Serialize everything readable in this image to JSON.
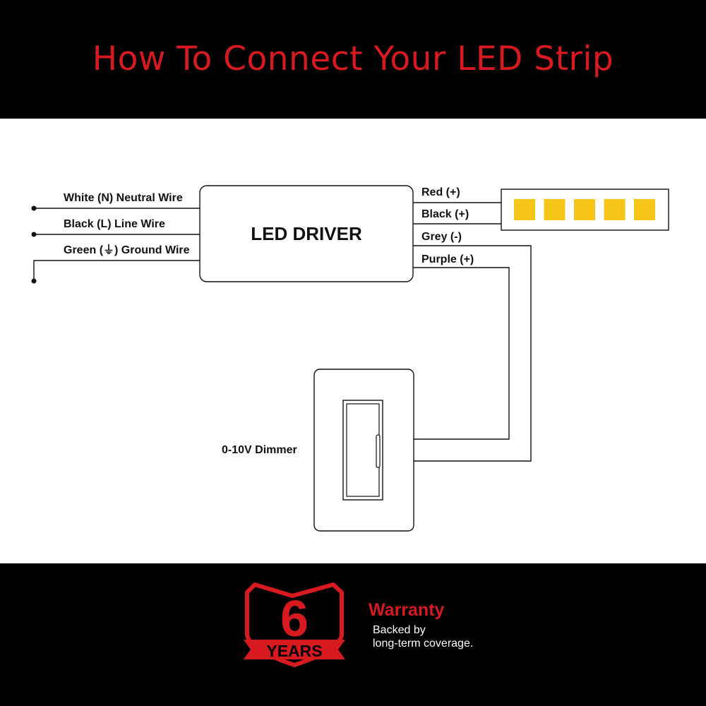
{
  "header": {
    "title": "How To Connect Your LED Strip"
  },
  "diagram": {
    "input_wires": {
      "neutral": "White (N) Neutral Wire",
      "line": "Black (L) Line Wire",
      "ground_prefix": "Green (",
      "ground_symbol": "⏚",
      "ground_suffix": ") Ground Wire"
    },
    "driver_label": "LED DRIVER",
    "output_wires": {
      "red": "Red (+)",
      "black": "Black (+)",
      "grey": "Grey (-)",
      "purple": "Purple (+)"
    },
    "dimmer_label": "0-10V Dimmer",
    "led_color": "#f5c518",
    "led_count": 5
  },
  "footer": {
    "badge_number": "6",
    "badge_text": "YEARS",
    "warranty_title": "Warranty",
    "warranty_line1": "Backed by",
    "warranty_line2": "long-term coverage.",
    "accent_color": "#d71920"
  }
}
